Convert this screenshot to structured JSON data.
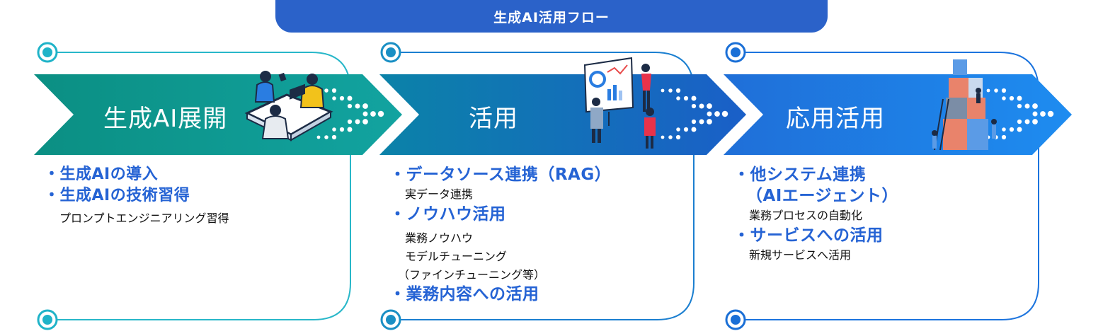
{
  "banner": {
    "title": "生成AI活用フロー"
  },
  "stages": [
    {
      "title": "生成AI展開",
      "bullets": [
        {
          "label": "・生成AIの導入",
          "notes": []
        },
        {
          "label": "・生成AIの技術習得",
          "notes": [
            "プロンプトエンジニアリング習得"
          ]
        }
      ],
      "illustration": "team-meeting-icon"
    },
    {
      "title": "活用",
      "bullets": [
        {
          "label": "・データソース連携（RAG）",
          "notes": [
            "実データ連携"
          ]
        },
        {
          "label": "・ノウハウ活用",
          "notes": [
            "業務ノウハウ",
            "モデルチューニング",
            "（ファインチューニング等）"
          ]
        },
        {
          "label": "・業務内容への活用",
          "notes": []
        }
      ],
      "illustration": "presentation-analytics-icon"
    },
    {
      "title": "応用活用",
      "bullets": [
        {
          "label": "・他システム連携",
          "notes": []
        },
        {
          "label": "（AIエージェント）",
          "notes": [
            "業務プロセスの自動化"
          ]
        },
        {
          "label": "・サービスへの活用",
          "notes": [
            "新規サービスへ活用"
          ]
        }
      ],
      "illustration": "puzzle-collaboration-icon"
    }
  ],
  "colors": {
    "banner": "#2b62c9",
    "stage1": "#0f9c8c",
    "stage2": "#1a6fc4",
    "stage3": "#1f86e6",
    "accent_text": "#2563d4",
    "node_ring_teal": "#1fb3c8",
    "node_ring_blue": "#1a6fd6"
  }
}
